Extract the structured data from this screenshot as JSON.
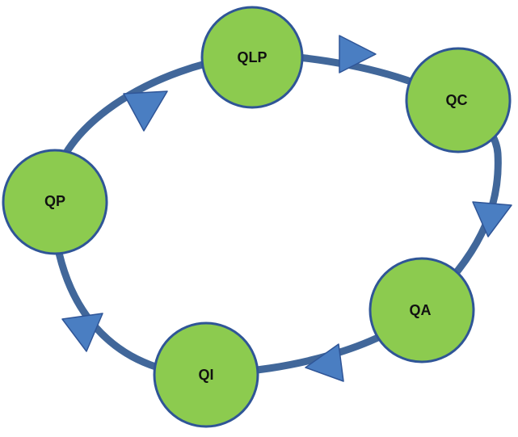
{
  "colors": {
    "node_fill": "#8CCB4F",
    "node_stroke": "#2F5597",
    "ring": "#41679A",
    "arrow": "#4A7EC2",
    "arrow_stroke": "#2F5597"
  },
  "cycle": {
    "direction": "clockwise",
    "nodes": [
      {
        "id": "qlp",
        "label": "QLP"
      },
      {
        "id": "qc",
        "label": "QC"
      },
      {
        "id": "qa",
        "label": "QA"
      },
      {
        "id": "qi",
        "label": "QI"
      },
      {
        "id": "qp",
        "label": "QP"
      }
    ]
  }
}
